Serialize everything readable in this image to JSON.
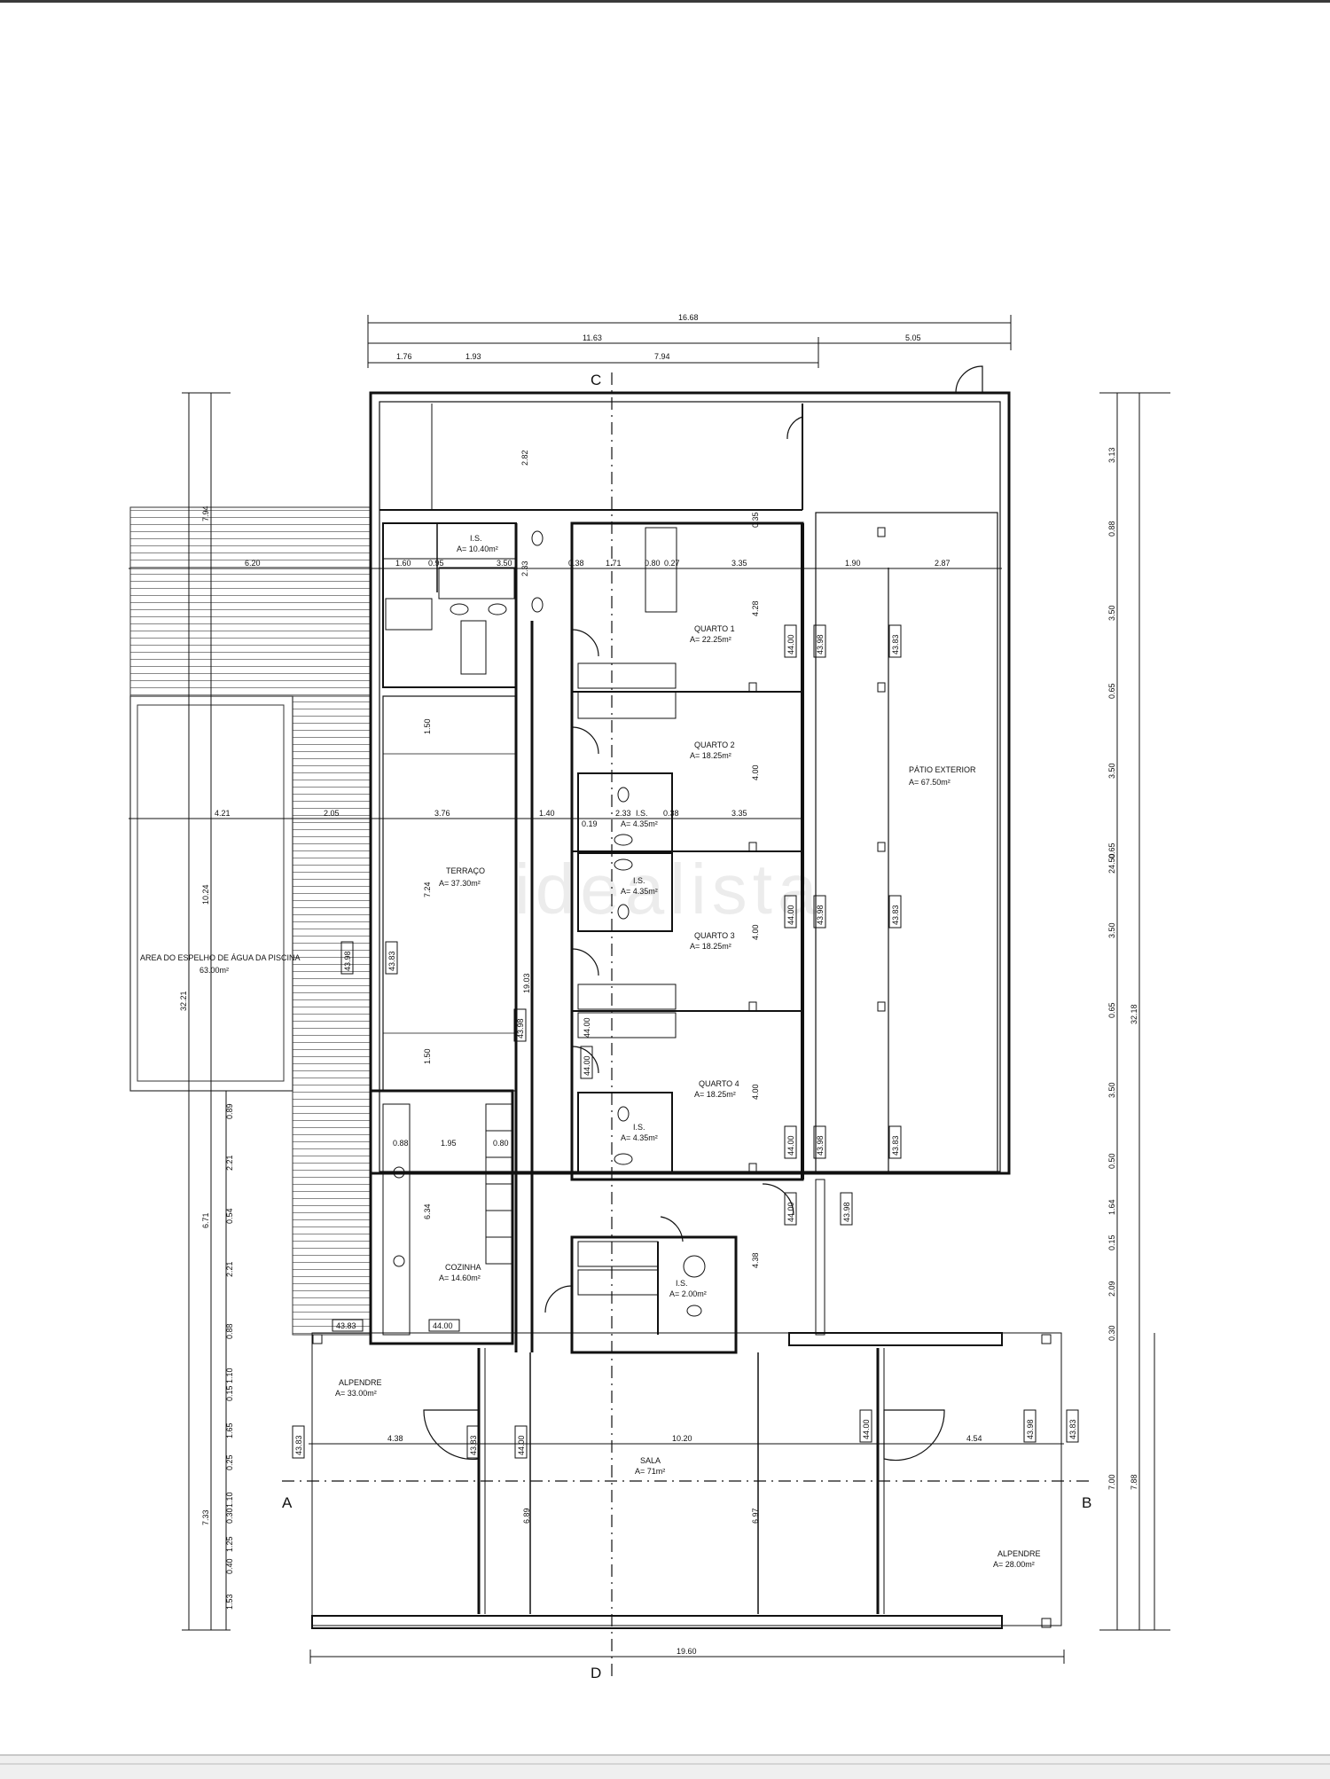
{
  "watermark": "idealista",
  "section_markers": {
    "a": "A",
    "b": "B",
    "c": "C",
    "d": "D"
  },
  "rooms": {
    "is_top": {
      "name": "I.S.",
      "area": "A= 10.40m²"
    },
    "quarto1": {
      "name": "QUARTO 1",
      "area": "A= 22.25m²"
    },
    "quarto2": {
      "name": "QUARTO 2",
      "area": "A= 18.25m²"
    },
    "is_2": {
      "name": "I.S.",
      "area": "A= 4.35m²"
    },
    "is_3": {
      "name": "I.S.",
      "area": "A= 4.35m²"
    },
    "quarto3": {
      "name": "QUARTO 3",
      "area": "A= 18.25m²"
    },
    "quarto4": {
      "name": "QUARTO 4",
      "area": "A= 18.25m²"
    },
    "is_4": {
      "name": "I.S.",
      "area": "A= 4.35m²"
    },
    "terraco": {
      "name": "TERRAÇO",
      "area": "A= 37.30m²"
    },
    "patio": {
      "name": "PÁTIO EXTERIOR",
      "area": "A= 67.50m²"
    },
    "piscina": {
      "name": "AREA DO ESPELHO DE ÁGUA DA PISCINA",
      "area": "63.00m²"
    },
    "cozinha": {
      "name": "COZINHA",
      "area": "A= 14.60m²"
    },
    "is_small": {
      "name": "I.S.",
      "area": "A= 2.00m²"
    },
    "alpendre1": {
      "name": "ALPENDRE",
      "area": "A= 33.00m²"
    },
    "sala": {
      "name": "SALA",
      "area": "A= 71m²"
    },
    "alpendre2": {
      "name": "ALPENDRE",
      "area": "A= 28.00m²"
    }
  },
  "dimensions": {
    "top_total": "16.68",
    "top_left": "11.63",
    "top_right": "5.05",
    "top_a": "1.76",
    "top_b": "1.93",
    "top_c": "7.94",
    "bottom_total": "19.60",
    "row1": [
      "6.20",
      "1.60",
      "0.95",
      "3.50",
      "0.38",
      "1.71",
      "0.80",
      "0.27",
      "3.35",
      "1.90",
      "2.87"
    ],
    "row2": [
      "4.21",
      "2.05",
      "3.76",
      "1.40",
      "2.33",
      "0.38",
      "3.35"
    ],
    "row3": [
      "4.38",
      "10.20",
      "4.54"
    ],
    "kitchen_row": [
      "0.88",
      "1.95",
      "0.80"
    ],
    "left_overall": "32.21",
    "left_a": "7.94",
    "left_b": "10.24",
    "left_c": "6.71",
    "left_d": "7.33",
    "left_inner": [
      "0.89",
      "2.21",
      "0.54",
      "2.21",
      "0.88",
      "1.10",
      "0.15",
      "1.65",
      "0.25",
      "1.10",
      "0.30",
      "1.25",
      "0.40",
      "1.53"
    ],
    "right_overall": "32.18",
    "right_a": "24.50",
    "right_b": "7.88",
    "right_c": "7.00",
    "right_inner": [
      "3.13",
      "0.88",
      "3.50",
      "0.65",
      "3.50",
      "0.65",
      "3.50",
      "0.65",
      "3.50",
      "0.50",
      "1.64",
      "0.15",
      "2.09",
      "0.30"
    ],
    "verticals": [
      "2.82",
      "2.33",
      "4.28",
      "0.35",
      "1.50",
      "7.24",
      "1.50",
      "4.00",
      "4.00",
      "4.00",
      "0.19",
      "19.03",
      "6.34",
      "4.38",
      "6.89",
      "6.97"
    ]
  },
  "levels": {
    "l1": "44.00",
    "l2": "43.98",
    "l3": "43.83",
    "l4": "43.98",
    "l5": "43.83",
    "l6": "44.00",
    "l7": "43.98",
    "l8": "43.83",
    "l9": "44.00",
    "l10": "43.98",
    "l11": "43.83",
    "l12": "43.98",
    "l13": "44.00",
    "l14": "44.00",
    "l15": "43.98",
    "l16": "43.83",
    "l17": "44.00",
    "l18": "43.83",
    "l19": "43.83",
    "l20": "44.00",
    "l21": "44.00",
    "l22": "43.98",
    "l23": "43.83",
    "l24": "44.00"
  }
}
